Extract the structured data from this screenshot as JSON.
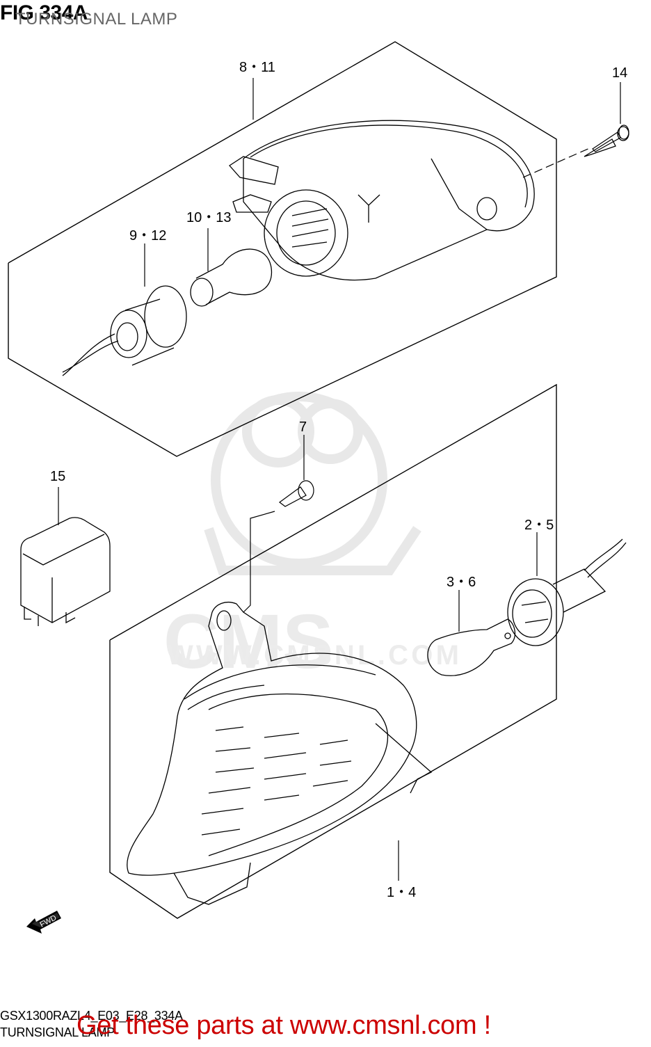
{
  "header": {
    "figure_number": "FIG 334A",
    "figure_title": "TURNSIGNAL LAMP"
  },
  "callouts": [
    {
      "id": "8-11",
      "label": "8・11"
    },
    {
      "id": "14",
      "label": "14"
    },
    {
      "id": "10-13",
      "label": "10・13"
    },
    {
      "id": "9-12",
      "label": "9・12"
    },
    {
      "id": "7",
      "label": "7"
    },
    {
      "id": "15",
      "label": "15"
    },
    {
      "id": "2-5",
      "label": "2・5"
    },
    {
      "id": "3-6",
      "label": "3・6"
    },
    {
      "id": "1-4",
      "label": "1・4"
    }
  ],
  "orientation": {
    "label": "FWD",
    "icon": "forward-arrow-icon"
  },
  "watermark": {
    "text": "WWW.CMSNL.COM",
    "logo_text": "CMS",
    "color": "#e6e6e6"
  },
  "footer": {
    "model_code": "GSX1300RAZL4_E03_E28_334A",
    "figure_name": "TURNSIGNAL LAMP"
  },
  "promo": {
    "text": "Get these parts at www.cmsnl.com !",
    "color": "#cc0000"
  }
}
